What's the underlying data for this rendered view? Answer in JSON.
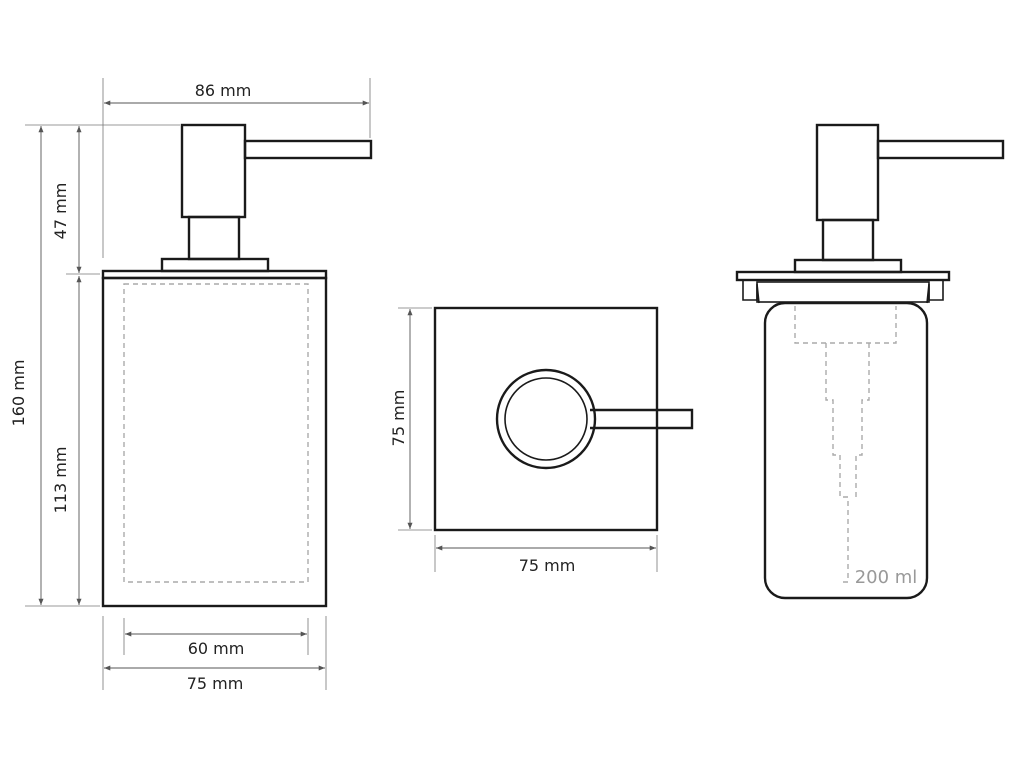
{
  "front_view": {
    "width_overall": "86 mm",
    "height_total": "160 mm",
    "height_pump": "47 mm",
    "height_body": "113 mm",
    "width_inner": "60 mm",
    "width_body": "75 mm"
  },
  "top_view": {
    "depth": "75 mm",
    "width": "75 mm"
  },
  "section_view": {
    "capacity": "200 ml"
  }
}
